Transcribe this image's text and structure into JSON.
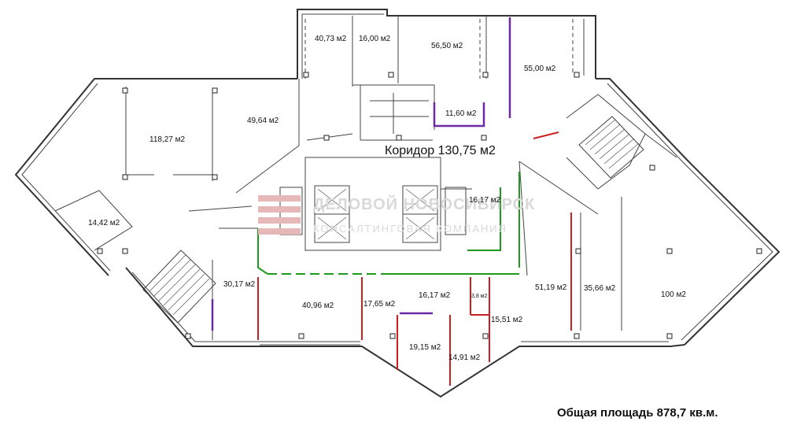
{
  "rooms": {
    "r1": "40,73 м2",
    "r2": "16,00 м2",
    "r3": "56,50 м2",
    "r4": "55,00 м2",
    "r5": "11,60 м2",
    "r6": "49,64 м2",
    "r7": "118,27 м2",
    "r8": "14,42 м2",
    "r9": "16,17 м2",
    "r10": "30,17 м2",
    "r11": "40,96 м2",
    "r12": "17,65 м2",
    "r13": "16,17 м2",
    "r14": "3,8 м2",
    "r15": "15,51 м2",
    "r16": "19,15 м2",
    "r17": "14,91 м2",
    "r18": "51,19 м2",
    "r19": "35,66 м2",
    "r20": "100  м2"
  },
  "corridor": "Коридор 130,75 м2",
  "watermark": {
    "title": "ДЕЛОВОЙ НОВОСИБИРСК",
    "subtitle": "КОНСАЛТИНГОВАЯ КОМПАНИЯ"
  },
  "total_area": "Общая площадь 878,7 кв.м."
}
